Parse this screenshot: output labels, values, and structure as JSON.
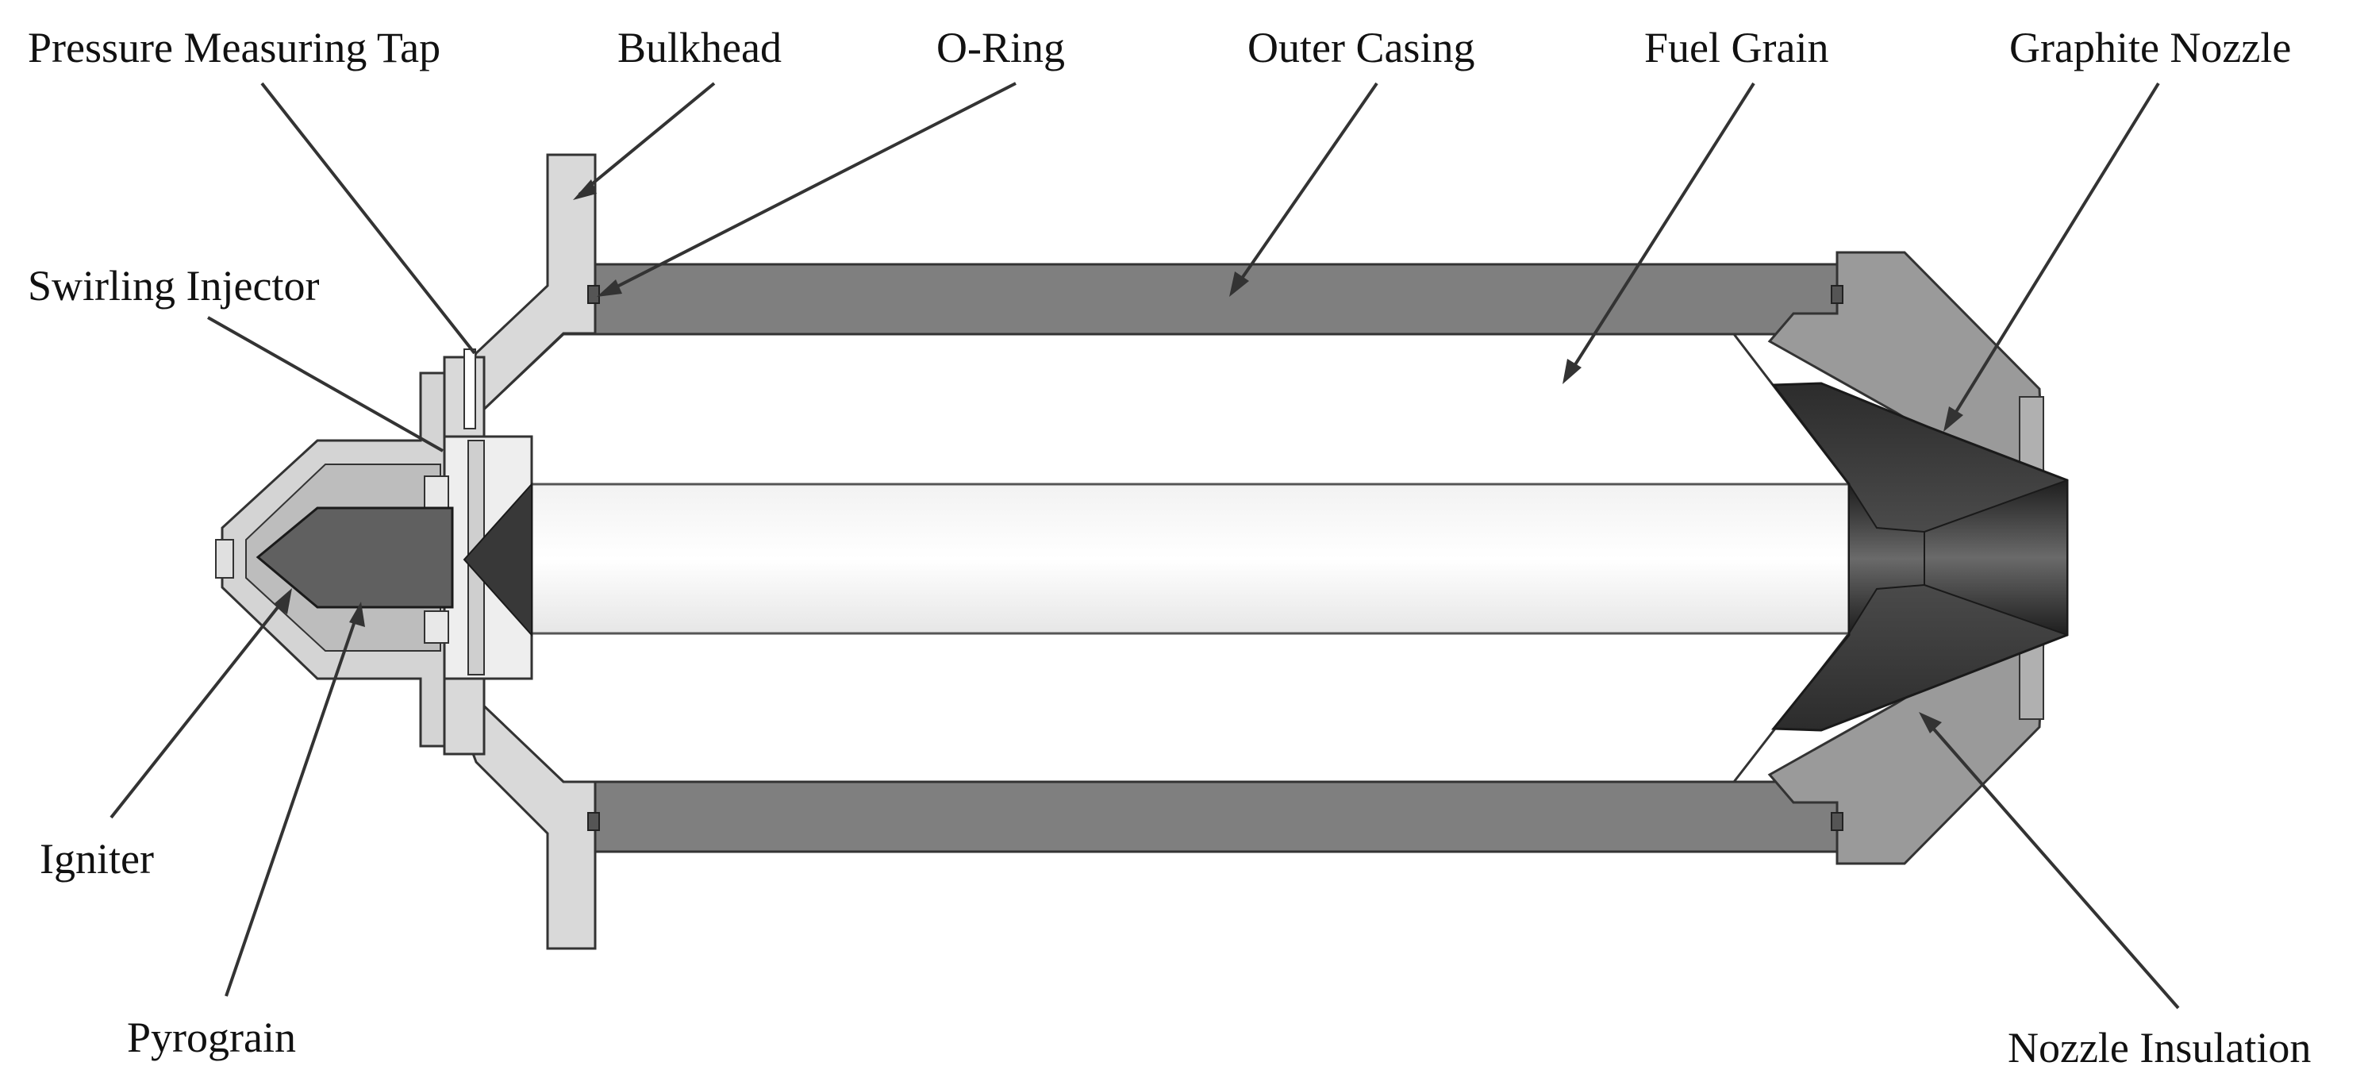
{
  "labels": {
    "pressure_tap": "Pressure Measuring Tap",
    "bulkhead": "Bulkhead",
    "o_ring": "O-Ring",
    "outer_casing": "Outer Casing",
    "fuel_grain": "Fuel Grain",
    "graphite_nozzle": "Graphite Nozzle",
    "swirling_injector": "Swirling Injector",
    "igniter": "Igniter",
    "pyrograin": "Pyrograin",
    "nozzle_insulation": "Nozzle Insulation"
  },
  "colors": {
    "background": "#ffffff",
    "casing": "#7f7f7f",
    "bulkhead": "#d9d9d9",
    "fuel_grain": "#ffffff",
    "graphite": "#3c3c3c",
    "insulation": "#9a9a9a",
    "outline": "#333333"
  }
}
